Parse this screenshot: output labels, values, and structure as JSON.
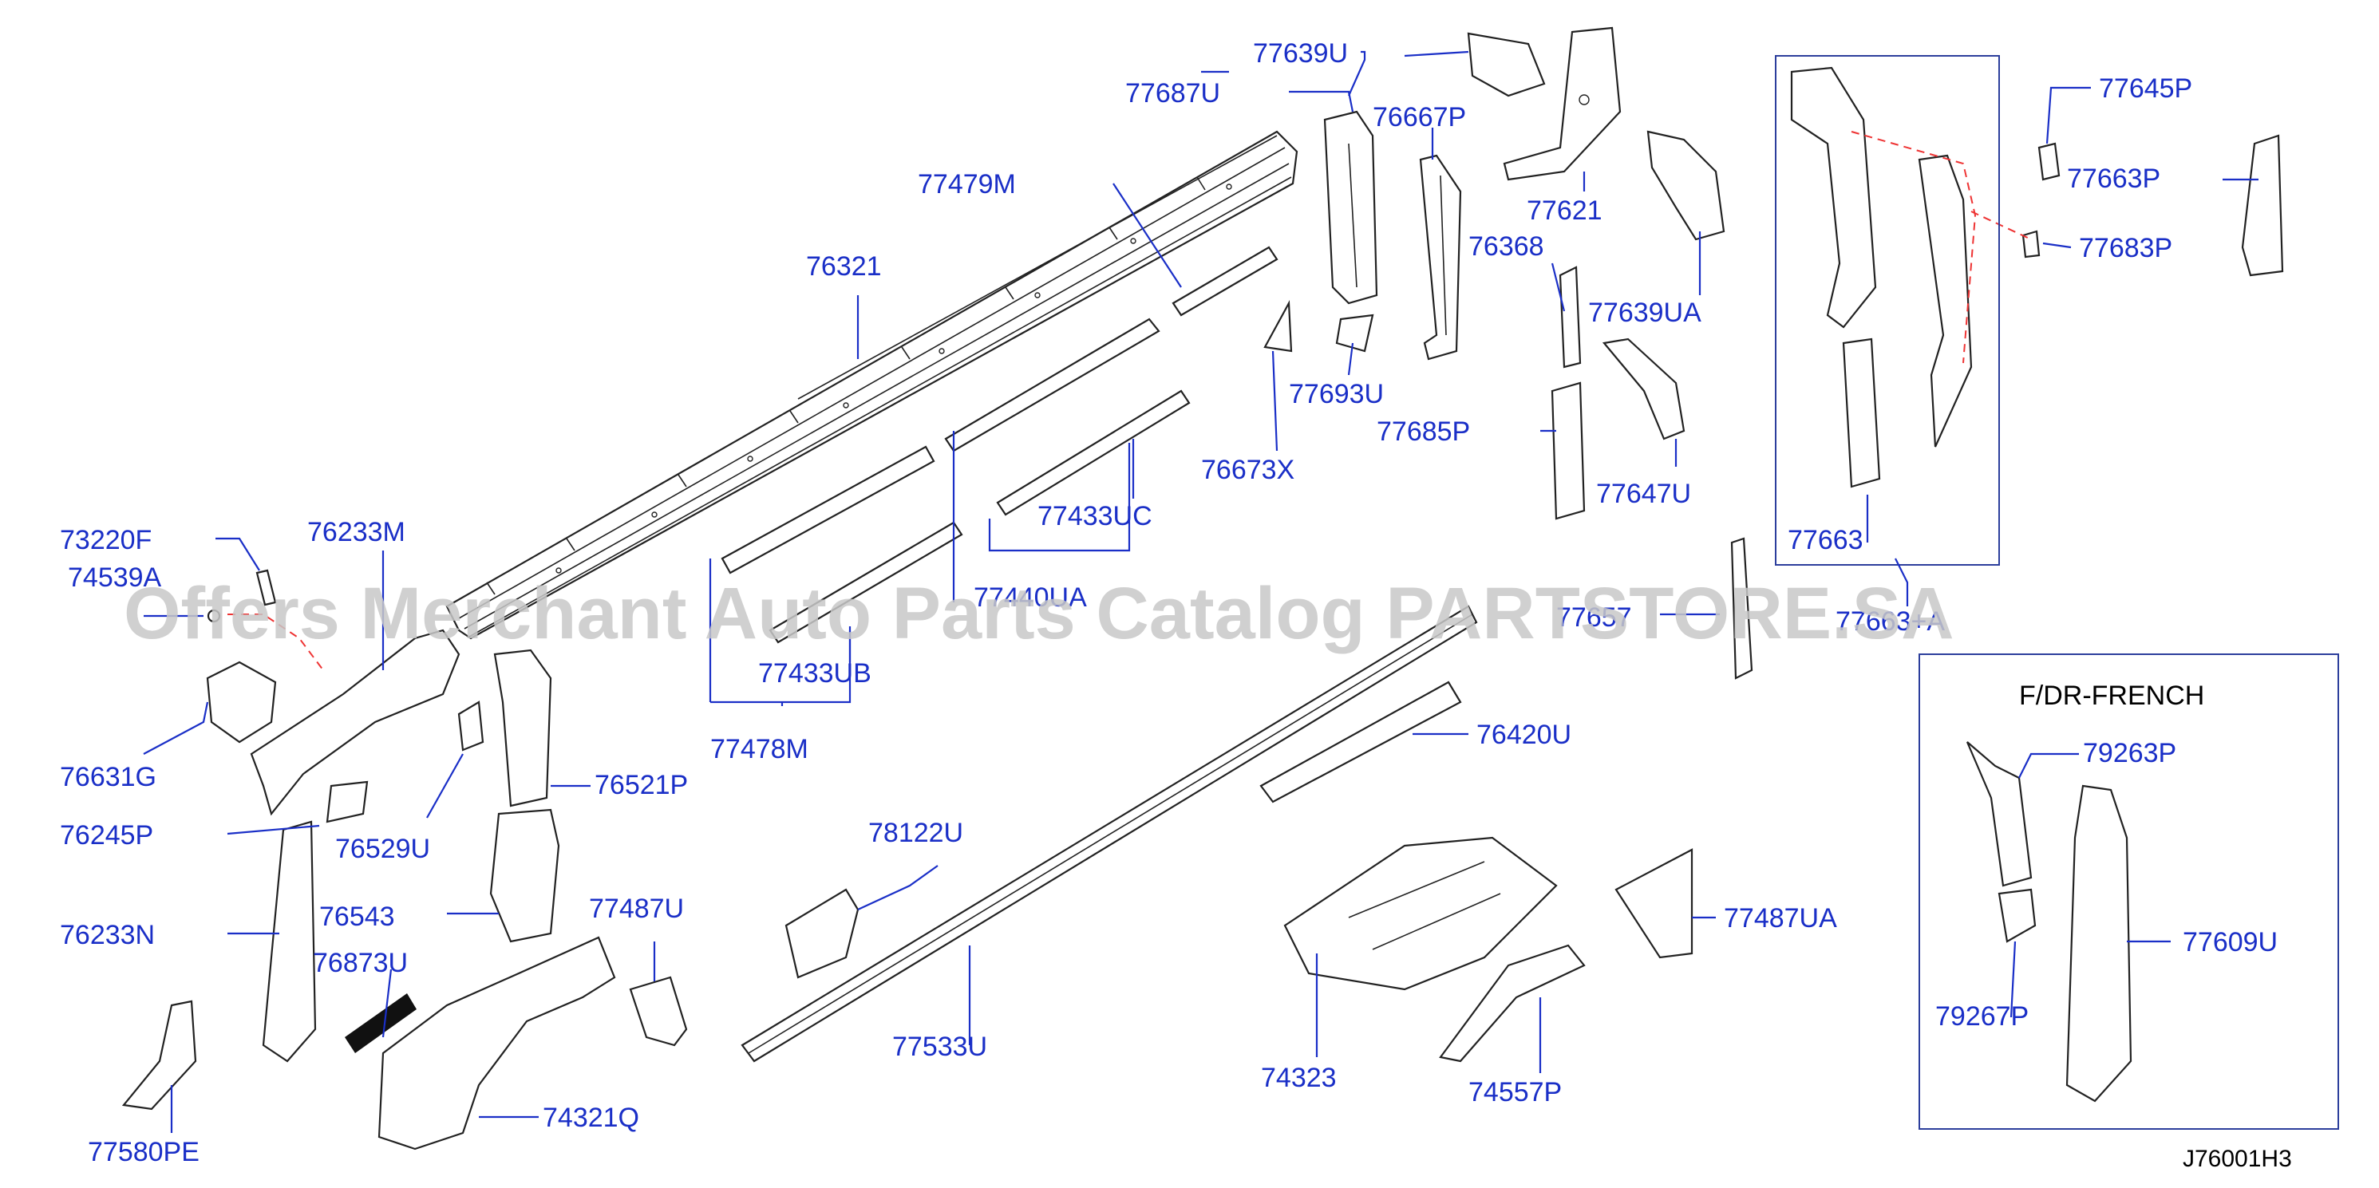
{
  "diagram": {
    "code": "J76001H3",
    "watermark": "Offers Merchant Auto Parts Catalog PARTSTORE.SA",
    "inset_title": "F/DR-FRENCH",
    "colors": {
      "label": "#1a2fc7",
      "line": "#222222",
      "dashed": "#e33333",
      "frame": "#2c3e9c"
    }
  },
  "labels": {
    "p77639U": "77639U",
    "p77687U": "77687U",
    "p76667P": "76667P",
    "p77645P": "77645P",
    "p77479M": "77479M",
    "p77663P": "77663P",
    "p77621": "77621",
    "p77683P": "77683P",
    "p76321": "76321",
    "p76368": "76368",
    "p77639UA": "77639UA",
    "p77693U": "77693U",
    "p77685P": "77685P",
    "p76673X": "76673X",
    "p77647U": "77647U",
    "p77433UC": "77433UC",
    "p73220F": "73220F",
    "p76233M": "76233M",
    "p77663": "77663",
    "p74539A": "74539A",
    "p77440UA": "77440UA",
    "p77657": "77657",
    "p77663A": "77663+A",
    "p77433UB": "77433UB",
    "p76631G": "76631G",
    "p77478M": "77478M",
    "p76420U": "76420U",
    "p76521P": "76521P",
    "p79263P": "79263P",
    "p76245P": "76245P",
    "p76529U": "76529U",
    "p78122U": "78122U",
    "p76233N": "76233N",
    "p76543": "76543",
    "p77487U": "77487U",
    "p77487UA": "77487UA",
    "p77609U": "77609U",
    "p76873U": "76873U",
    "p79267P": "79267P",
    "p77533U": "77533U",
    "p74323": "74323",
    "p74557P": "74557P",
    "p77580PE": "77580PE",
    "p74321Q": "74321Q"
  }
}
